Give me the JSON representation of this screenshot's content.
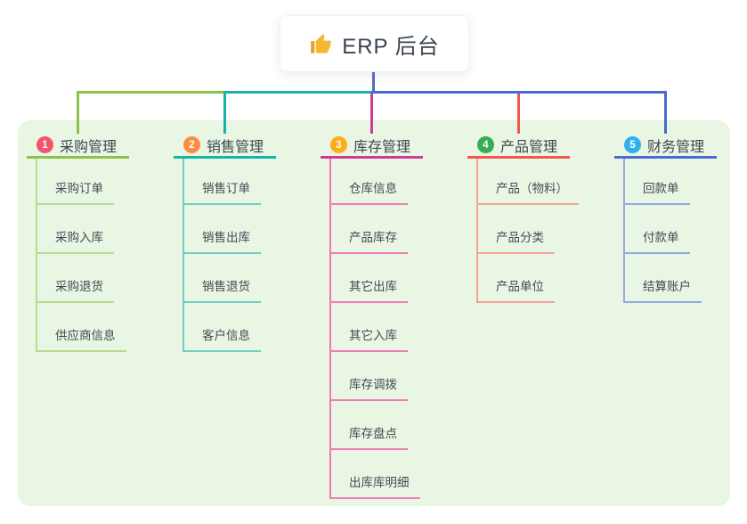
{
  "root": {
    "title": "ERP 后台",
    "icon": "thumbs-up-icon"
  },
  "colors": {
    "canvas_bg": "#ffffff",
    "panel_bg": "#e9f6e3",
    "root_line": "#5c6ac4",
    "text": "#3e4650"
  },
  "branches": [
    {
      "number": "1",
      "label": "采购管理",
      "accent": "#8ac24a",
      "soft": "#b7dc8f",
      "badge": "#f1556c",
      "items": [
        "采购订单",
        "采购入库",
        "采购退货",
        "供应商信息"
      ]
    },
    {
      "number": "2",
      "label": "销售管理",
      "accent": "#17b3aa",
      "soft": "#6ecec7",
      "badge": "#f98e41",
      "items": [
        "销售订单",
        "销售出库",
        "销售退货",
        "客户信息"
      ]
    },
    {
      "number": "3",
      "label": "库存管理",
      "accent": "#cf3a94",
      "soft": "#f07ab8",
      "badge": "#fbae17",
      "items": [
        "仓库信息",
        "产品库存",
        "其它出库",
        "其它入库",
        "库存调拨",
        "库存盘点",
        "出库库明细"
      ]
    },
    {
      "number": "4",
      "label": "产品管理",
      "accent": "#f2564f",
      "soft": "#f8a09a",
      "badge": "#35ad53",
      "items": [
        "产品（物料）",
        "产品分类",
        "产品单位"
      ]
    },
    {
      "number": "5",
      "label": "财务管理",
      "accent": "#4a69d2",
      "soft": "#93a8e4",
      "badge": "#31b0f0",
      "items": [
        "回款单",
        "付款单",
        "结算账户"
      ]
    }
  ]
}
